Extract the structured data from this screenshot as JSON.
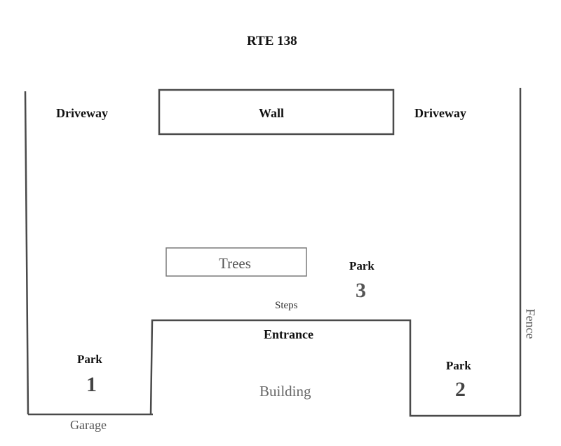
{
  "map": {
    "road": "RTE 138",
    "driveway_left": "Driveway",
    "wall": "Wall",
    "driveway_right": "Driveway",
    "trees": "Trees",
    "park3_label": "Park",
    "park3_number": "3",
    "steps": "Steps",
    "entrance": "Entrance",
    "park1_label": "Park",
    "park1_number": "1",
    "building": "Building",
    "park2_label": "Park",
    "park2_number": "2",
    "garage": "Garage",
    "fence": "Fence"
  },
  "colors": {
    "line": "#4a4a4a",
    "background": "#ffffff"
  }
}
